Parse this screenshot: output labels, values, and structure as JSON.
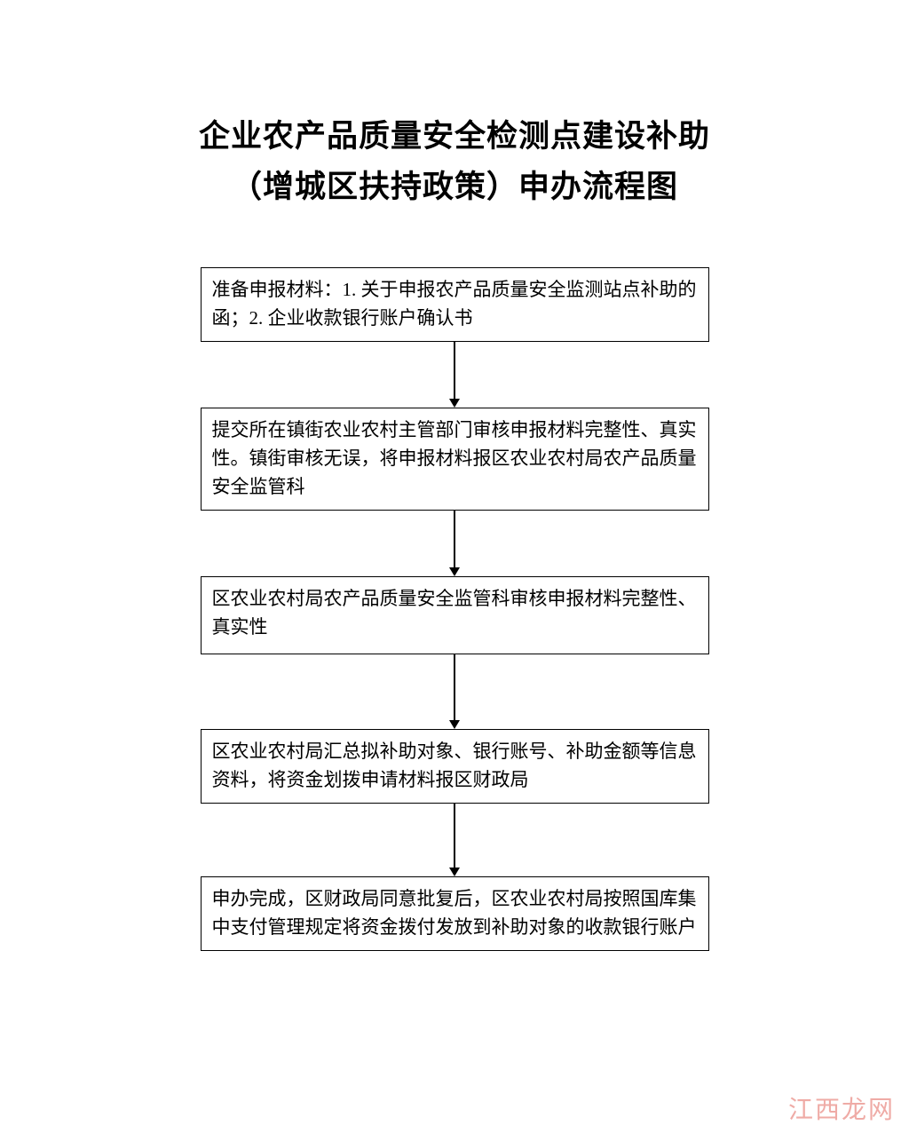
{
  "page": {
    "title_line1": "企业农产品质量安全检测点建设补助",
    "title_line2": "（增城区扶持政策）申办流程图"
  },
  "flow": {
    "steps": [
      {
        "text": "准备申报材料：1. 关于申报农产品质量安全监测站点补助的函；2. 企业收款银行账户确认书"
      },
      {
        "text": "提交所在镇街农业农村主管部门审核申报材料完整性、真实性。镇街审核无误，将申报材料报区农业农村局农产品质量安全监管科"
      },
      {
        "text": "区农业农村局农产品质量安全监管科审核申报材料完整性、真实性"
      },
      {
        "text": "区农业农村局汇总拟补助对象、银行账号、补助金额等信息资料，将资金划拨申请材料报区财政局"
      },
      {
        "text": "申办完成，区财政局同意批复后，区农业农村局按照国库集中支付管理规定将资金拨付发放到补助对象的收款银行账户"
      }
    ]
  },
  "watermark": {
    "text": "江西龙网",
    "color": "#efaba6"
  }
}
